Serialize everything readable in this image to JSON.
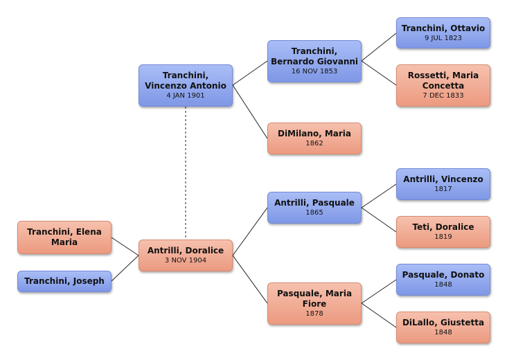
{
  "people": {
    "vincenzo_antonio": {
      "name": "Tranchini,\nVincenzo Antonio",
      "date": "4 JAN 1901"
    },
    "doralice": {
      "name": "Antrilli, Doralice",
      "date": "3 NOV 1904"
    },
    "elena_maria": {
      "name": "Tranchini, Elena\nMaria",
      "date": ""
    },
    "joseph": {
      "name": "Tranchini, Joseph",
      "date": ""
    },
    "bernardo_giovanni": {
      "name": "Tranchini,\nBernardo Giovanni",
      "date": "16 NOV 1853"
    },
    "dimilano_maria": {
      "name": "DiMilano, Maria",
      "date": "1862"
    },
    "pasquale_antrilli": {
      "name": "Antrilli, Pasquale",
      "date": "1865"
    },
    "maria_fiore": {
      "name": "Pasquale, Maria\nFiore",
      "date": "1878"
    },
    "ottavio": {
      "name": "Tranchini, Ottavio",
      "date": "9 JUL 1823"
    },
    "maria_concetta": {
      "name": "Rossetti, Maria\nConcetta",
      "date": "7 DEC 1833"
    },
    "vincenzo_antrilli": {
      "name": "Antrilli, Vincenzo",
      "date": "1817"
    },
    "teti_doralice": {
      "name": "Teti, Doralice",
      "date": "1819"
    },
    "donato": {
      "name": "Pasquale, Donato",
      "date": "1848"
    },
    "giustetta": {
      "name": "DiLallo, Giustetta",
      "date": "1848"
    }
  },
  "colors": {
    "male": "#8ea5ec",
    "female": "#f0a88f",
    "line": "#222222"
  }
}
